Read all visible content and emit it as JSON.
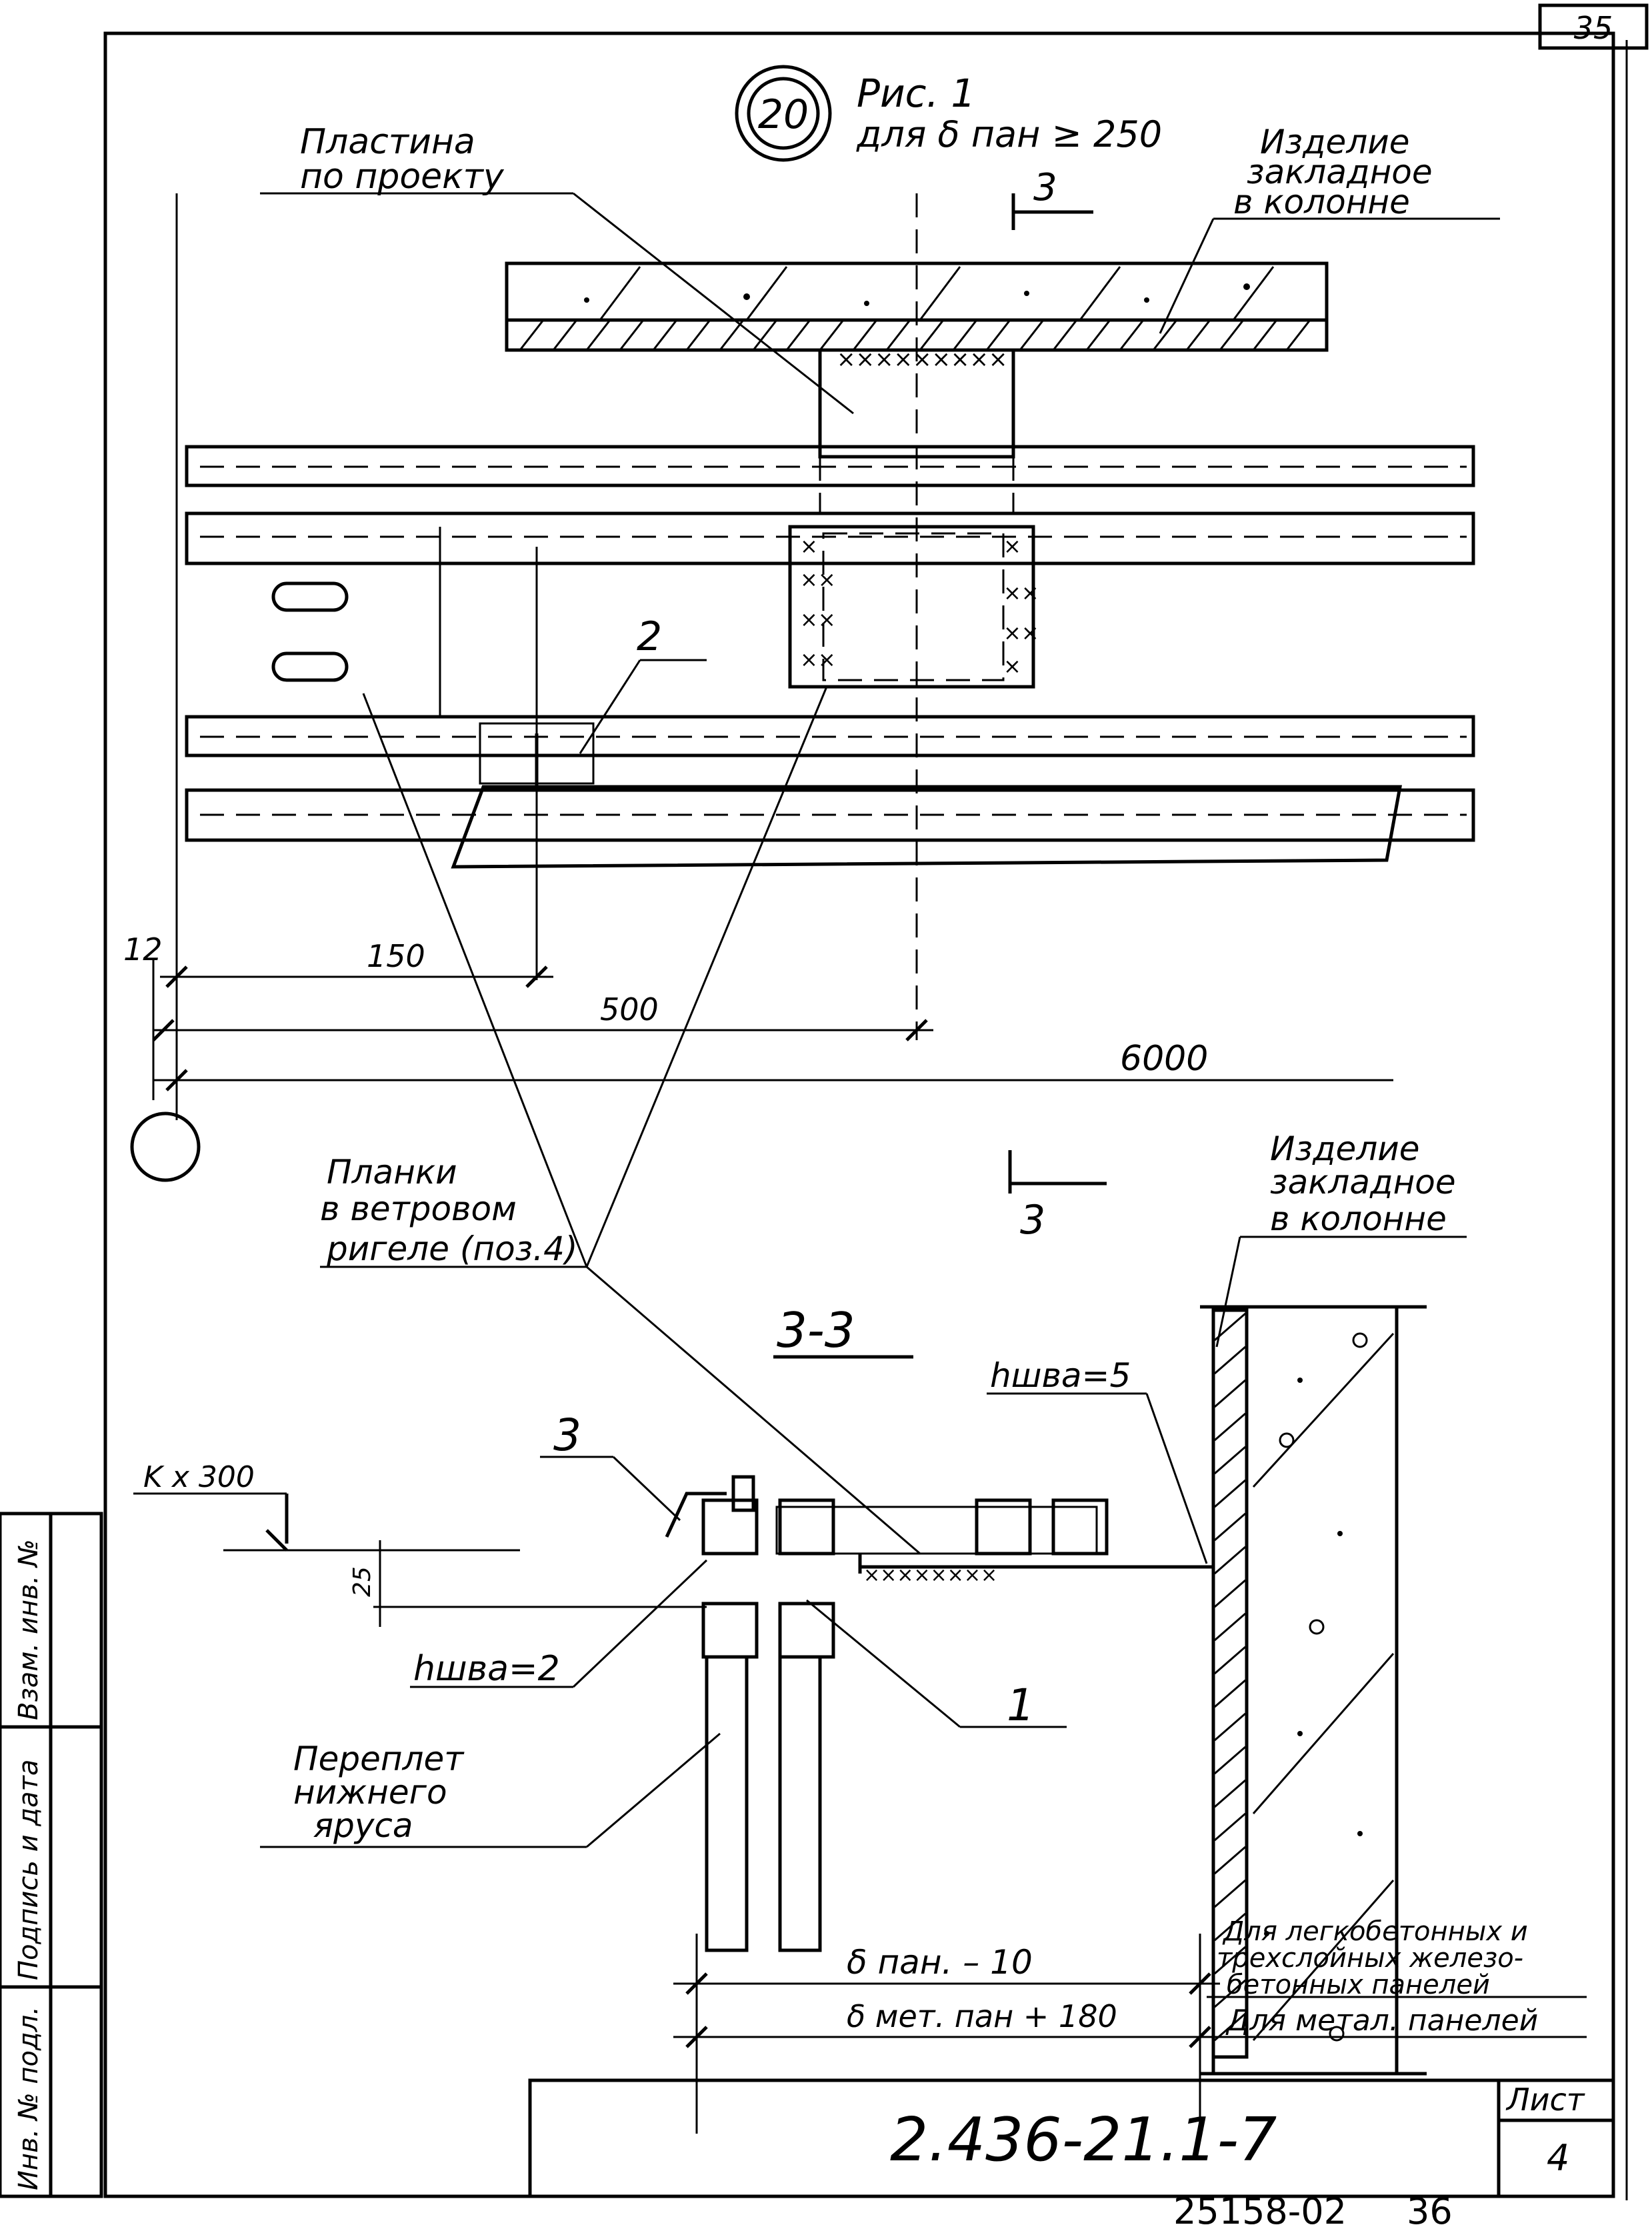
{
  "figure": {
    "mark_number": "20",
    "title": "Рис. 1",
    "condition": "для δ пан ≥ 250"
  },
  "labels": {
    "plate": [
      "Пластина",
      "по проекту"
    ],
    "embedded_top": [
      "Изделие",
      "закладное",
      "в колонне"
    ],
    "embedded_bottom": [
      "Изделие",
      "закладное",
      "в колонне"
    ],
    "planki": [
      "Планки",
      "в ветровом",
      "ригеле (поз.4)"
    ],
    "pereplet": [
      "Переплет",
      "нижнего",
      "яруса"
    ],
    "section_mark_top": "3",
    "section_mark_mid": "3",
    "section_title": "3-3",
    "callout_2": "2",
    "callout_3": "3",
    "callout_1": "1",
    "weld_5": "hшва=5",
    "weld_2": "hшва=2",
    "kx": "K x 300",
    "dim_25": "25",
    "note_light": [
      "Для легкобетонных и",
      "трехслойных железо-",
      "бетонных панелей"
    ],
    "note_metal": "Для метал. панелей"
  },
  "dimensions": {
    "d12": "12",
    "d150": "150",
    "d500": "500",
    "d6000": "6000",
    "panel_light": "δ пан. – 10",
    "panel_metal": "δ мет. пан + 180"
  },
  "title_block": {
    "sheet_label": "Лист",
    "sheet_number": "4",
    "document_code": "2.436-21.1-7",
    "page_corner": "35",
    "footer_code": "25158-02",
    "footer_page": "36"
  },
  "side_stamp": [
    "Инв. № подл.",
    "Подпись и дата",
    "Взам. инв. №"
  ]
}
